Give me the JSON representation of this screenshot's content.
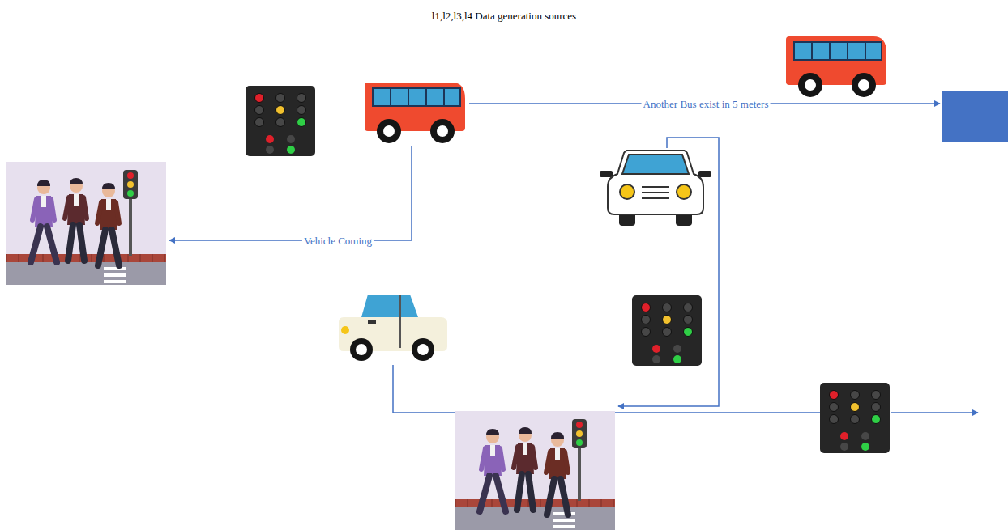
{
  "diagram": {
    "title": "l1,l2,l3,l4 Data generation sources",
    "nodes": [
      {
        "text": []
      },
      {
        "text": []
      },
      {
        "text": []
      },
      {
        "text": []
      },
      {
        "text": []
      },
      {
        "text": []
      },
      {
        "text": []
      }
    ],
    "edges": [
      {
        "from": 0,
        "to": 3,
        "label": "Vehicle Coming",
        "arrow": "to"
      },
      {
        "from": 0,
        "to": 1,
        "label": "Another Bus exist in 5 meters",
        "arrow": "to"
      },
      {
        "from": 2,
        "to": 5,
        "arrow": "to"
      },
      {
        "from": 4,
        "to": 5,
        "arrow": "none"
      },
      {
        "from": 5,
        "to": 6,
        "arrow": "none"
      }
    ]
  }
}
